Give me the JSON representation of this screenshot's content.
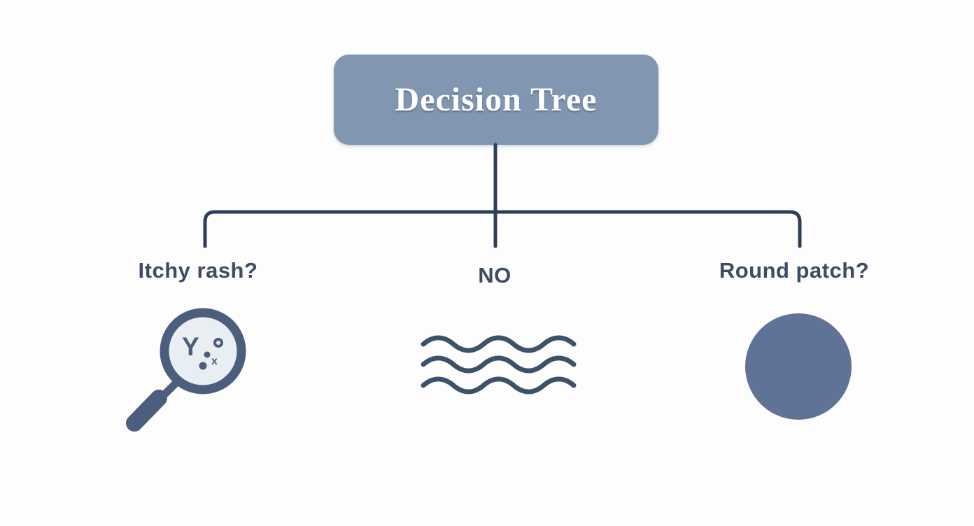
{
  "diagram": {
    "title": "Decision Tree",
    "branches": [
      {
        "label": "Itchy rash?",
        "icon": "magnifier-rash-icon"
      },
      {
        "label": "NO",
        "icon": "waves-icon"
      },
      {
        "label": "Round patch?",
        "icon": "round-patch-icon"
      }
    ],
    "magnifier_marks": {
      "letter": "Y",
      "cross": "x"
    },
    "colors": {
      "background": "#fdfdfd",
      "title_box_fill": "#8197b1",
      "title_text": "#ffffff",
      "connector_line": "#2e3d59",
      "branch_label_text": "#3e4c63",
      "magnifier_stroke": "#4b5e7e",
      "magnifier_lens_fill": "#e9eef3",
      "wave_stroke": "#3d5168",
      "round_patch_fill": "#5e7396"
    }
  }
}
